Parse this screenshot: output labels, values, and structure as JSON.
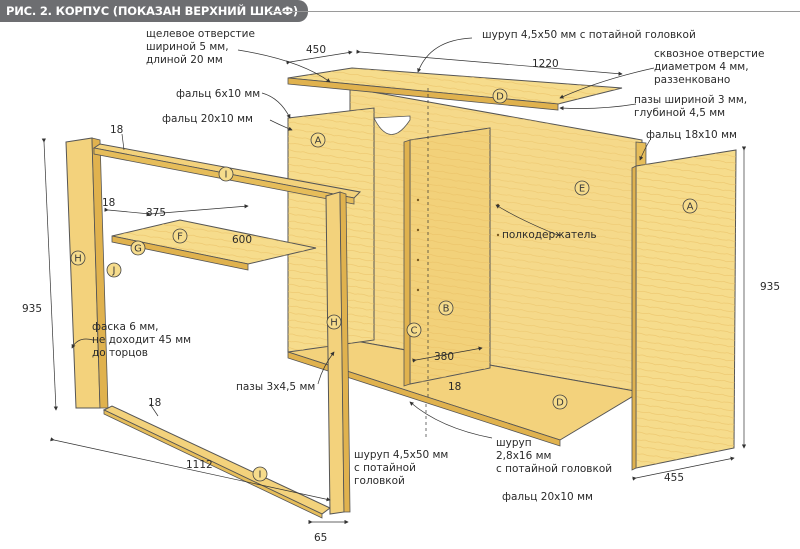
{
  "figure_title": "РИС. 2. КОРПУС (ПОКАЗАН ВЕРХНИЙ ШКАФ)",
  "colors": {
    "wood_light": "#f6dc8c",
    "wood_mid": "#efcb6c",
    "wood_dark": "#e0b24e",
    "outline": "#555555",
    "banner": "#6d6e71"
  },
  "part_letters": {
    "A1": "A",
    "A2": "A",
    "B": "B",
    "C": "C",
    "D_top": "D",
    "D_bottom": "D",
    "E": "E",
    "F": "F",
    "G": "G",
    "H1": "H",
    "H2": "H",
    "I1": "I",
    "I2": "I",
    "J": "J"
  },
  "annotations": {
    "slot_hole": [
      "щелевое отверстие",
      "шириной 5 мм,",
      "длиной 20 мм"
    ],
    "screw_top": "шуруп 4,5х50 мм с потайной головкой",
    "through_hole": [
      "сквозное отверстие",
      "диаметром 4 мм,",
      "раззенковано"
    ],
    "grooves": [
      "пазы шириной 3 мм,",
      "глубиной 4,5 мм"
    ],
    "rabbet_6x10": "фальц 6х10 мм",
    "rabbet_20x10_top": "фальц 20х10 мм",
    "rabbet_18x10": "фальц 18х10 мм",
    "shelf_support": "полкодержатель",
    "chamfer": [
      "фаска 6 мм,",
      "не доходит 45 мм",
      "до торцов"
    ],
    "grooves_small": "пазы 3х4,5 мм",
    "screw_bottom": [
      "шуруп 4,5х50 мм",
      "с потайной",
      "головкой"
    ],
    "screw_small": [
      "шуруп",
      "2,8х16 мм",
      "с потайной головкой"
    ],
    "rabbet_20x10_bottom": "фальц 20х10 мм"
  },
  "dimensions": {
    "top_depth": "450",
    "top_length": "1220",
    "face_thickness_top": "18",
    "shelf_thickness": "18",
    "shelf_depth": "375",
    "shelf_length": "600",
    "height_left": "935",
    "height_right": "935",
    "divider_depth": "380",
    "divider_thickness": "18",
    "rail_thickness": "18",
    "rail_length": "1112",
    "stile_width": "65",
    "side_depth": "455"
  }
}
